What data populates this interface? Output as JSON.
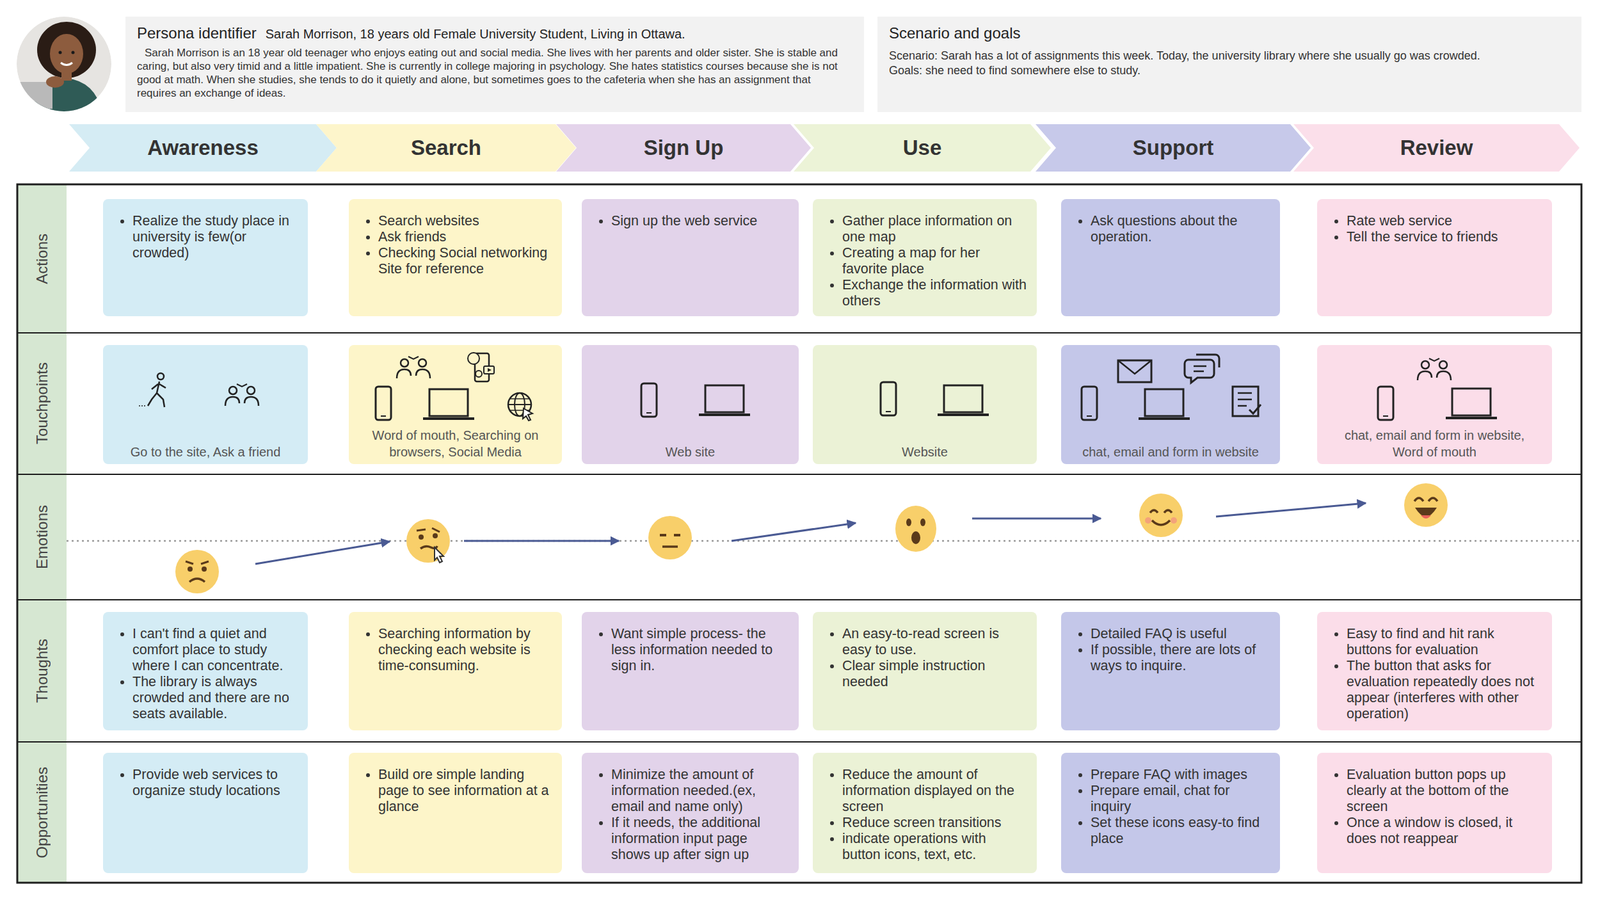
{
  "diagram": {
    "nodes": [
      {
        "text": [
          "Persona identifier",
          "Sarah Morrison, 18 years old Female University Student, Living in Ottawa.",
          "Sarah Morrison is an 18 year old teenager who enjoys eating out and social media. She lives with her parents and older sister. She is stable and caring, but also very timid and a little impatient. She is currently in college majoring in psychology. She hates statistics courses because she is not good at math. When she studies, she tends to do it quietly and alone, but sometimes goes to the cafeteria when she has an assignment that requires an exchange of ideas."
        ]
      },
      {
        "text": [
          "Scenario and goals",
          "Scenario: Sarah has a lot of assignments this week. Today, the university library where she usually go was crowded.",
          "Goals: she need to find somewhere else to study."
        ]
      },
      {
        "text": [
          "Awareness"
        ]
      },
      {
        "text": [
          "Search"
        ]
      },
      {
        "text": [
          "Sign Up"
        ]
      },
      {
        "text": [
          "Use"
        ]
      },
      {
        "text": [
          "Support"
        ]
      },
      {
        "text": [
          "Review"
        ]
      },
      {
        "text": [
          "Actions"
        ]
      },
      {
        "text": [
          "Realize the study place in university is few(or crowded)"
        ]
      },
      {
        "text": [
          "Search websites",
          "Ask friends",
          "Checking Social networking Site for reference"
        ]
      },
      {
        "text": [
          "Sign up the web service"
        ]
      },
      {
        "text": [
          "Gather place information on one map",
          "Creating a map for her favorite place",
          "Exchange the information with others"
        ]
      },
      {
        "text": [
          "Ask questions about the operation."
        ]
      },
      {
        "text": [
          "Rate web service",
          "Tell the service to friends"
        ]
      },
      {
        "text": [
          "Touchpoints"
        ]
      },
      {
        "text": [
          "Go to the site, Ask a friend"
        ]
      },
      {
        "text": [
          "Word of mouth, Searching on browsers, Social Media"
        ]
      },
      {
        "text": [
          "Web site"
        ]
      },
      {
        "text": [
          "Website"
        ]
      },
      {
        "text": [
          "chat, email and form in website"
        ]
      },
      {
        "text": [
          "chat, email and form in website, Word of mouth"
        ]
      },
      {
        "text": [
          "Emotions"
        ]
      },
      {
        "text": [
          "Thoughts"
        ]
      },
      {
        "text": [
          "I can't find a quiet and comfort place to study where I can concentrate.",
          "The library is always crowded and there are no seats available."
        ]
      },
      {
        "text": [
          "Searching information by checking each website is time-consuming."
        ]
      },
      {
        "text": [
          "Want simple process- the less information needed to sign in."
        ]
      },
      {
        "text": [
          "An easy-to-read screen is easy to use.",
          "Clear simple instruction needed"
        ]
      },
      {
        "text": [
          "Detailed FAQ is useful",
          "If possible, there are lots of ways to inquire."
        ]
      },
      {
        "text": [
          "Easy to find and hit rank buttons for evaluation",
          "The button that asks for evaluation repeatedly does not appear (interferes with other operation)"
        ]
      },
      {
        "text": [
          "Opportunities"
        ]
      },
      {
        "text": [
          "Provide web services to organize study locations"
        ]
      },
      {
        "text": [
          "Build ore simple landing page to see information at a glance"
        ]
      },
      {
        "text": [
          "Minimize the amount of information needed.(ex, email and name only)",
          "If it needs, the additional information input page shows up after sign up"
        ]
      },
      {
        "text": [
          "Reduce the amount of information displayed on the screen",
          "Reduce screen transitions",
          "indicate operations with button icons, text, etc."
        ]
      },
      {
        "text": [
          "Prepare FAQ with images",
          "Prepare email, chat for inquiry",
          "Set these icons easy-to find place"
        ]
      },
      {
        "text": [
          "Evaluation button pops up clearly at the bottom of the screen",
          "Once a window is closed, it does not reappear"
        ]
      }
    ]
  }
}
